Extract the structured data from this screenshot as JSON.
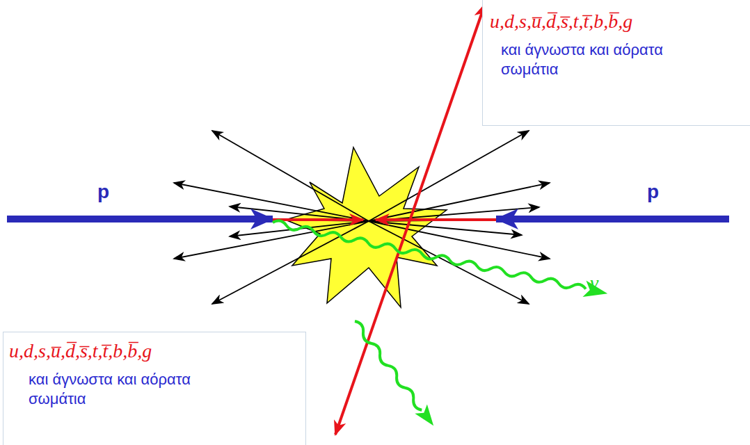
{
  "diagram": {
    "nodes": [
      {
        "text": [
          "u,d,s,u̅,d̅,s̅,t,t̅,b,b̅,g",
          "και άγνωστα και αόρατα σωμάτια"
        ]
      },
      {
        "text": [
          "u,d,s,u̅,d̅,s̅,t,t̅,b,b̅,g",
          "και άγνωστα και αόρατα σωμάτια"
        ]
      }
    ],
    "labels": [
      "p",
      "p",
      "γ"
    ]
  }
}
